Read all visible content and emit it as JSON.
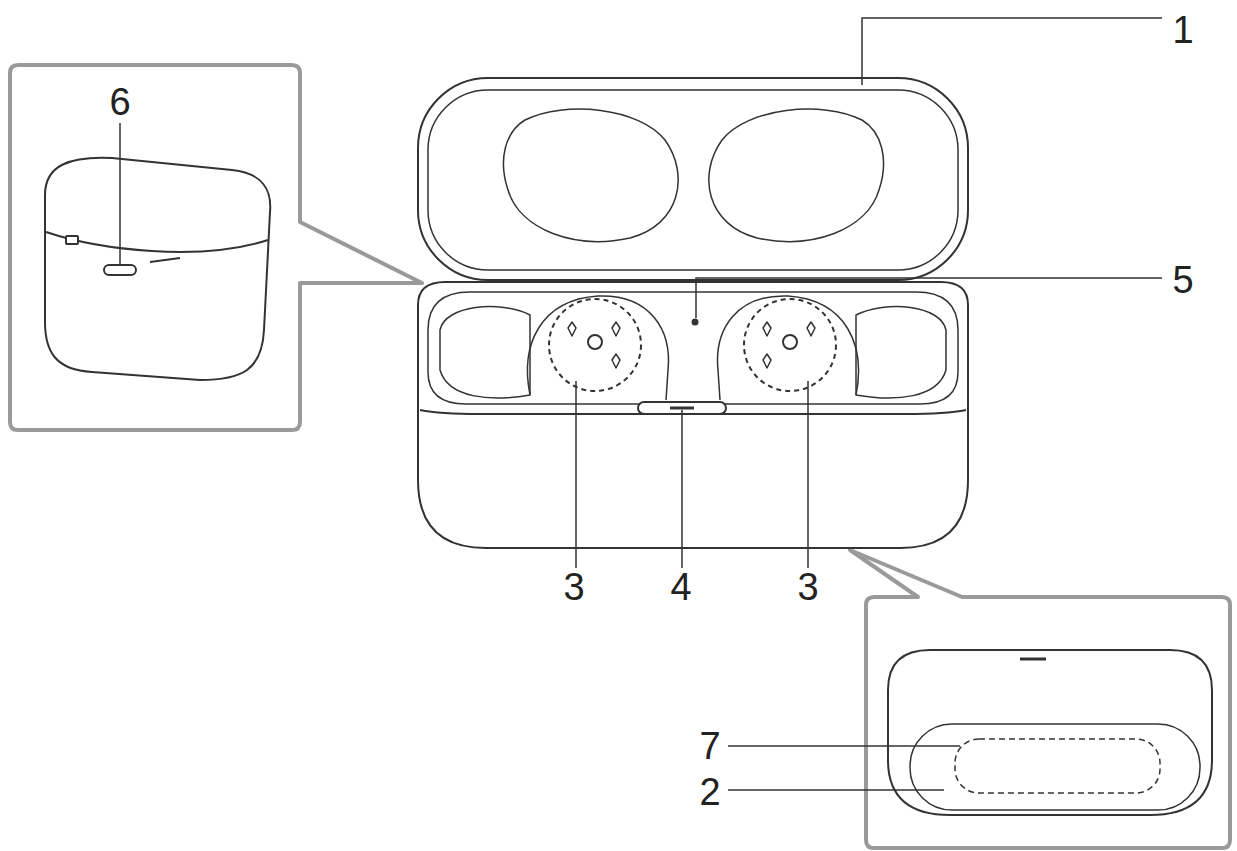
{
  "diagram": {
    "labels": [
      "1",
      "6",
      "5",
      "3",
      "4",
      "3",
      "7",
      "2"
    ]
  }
}
